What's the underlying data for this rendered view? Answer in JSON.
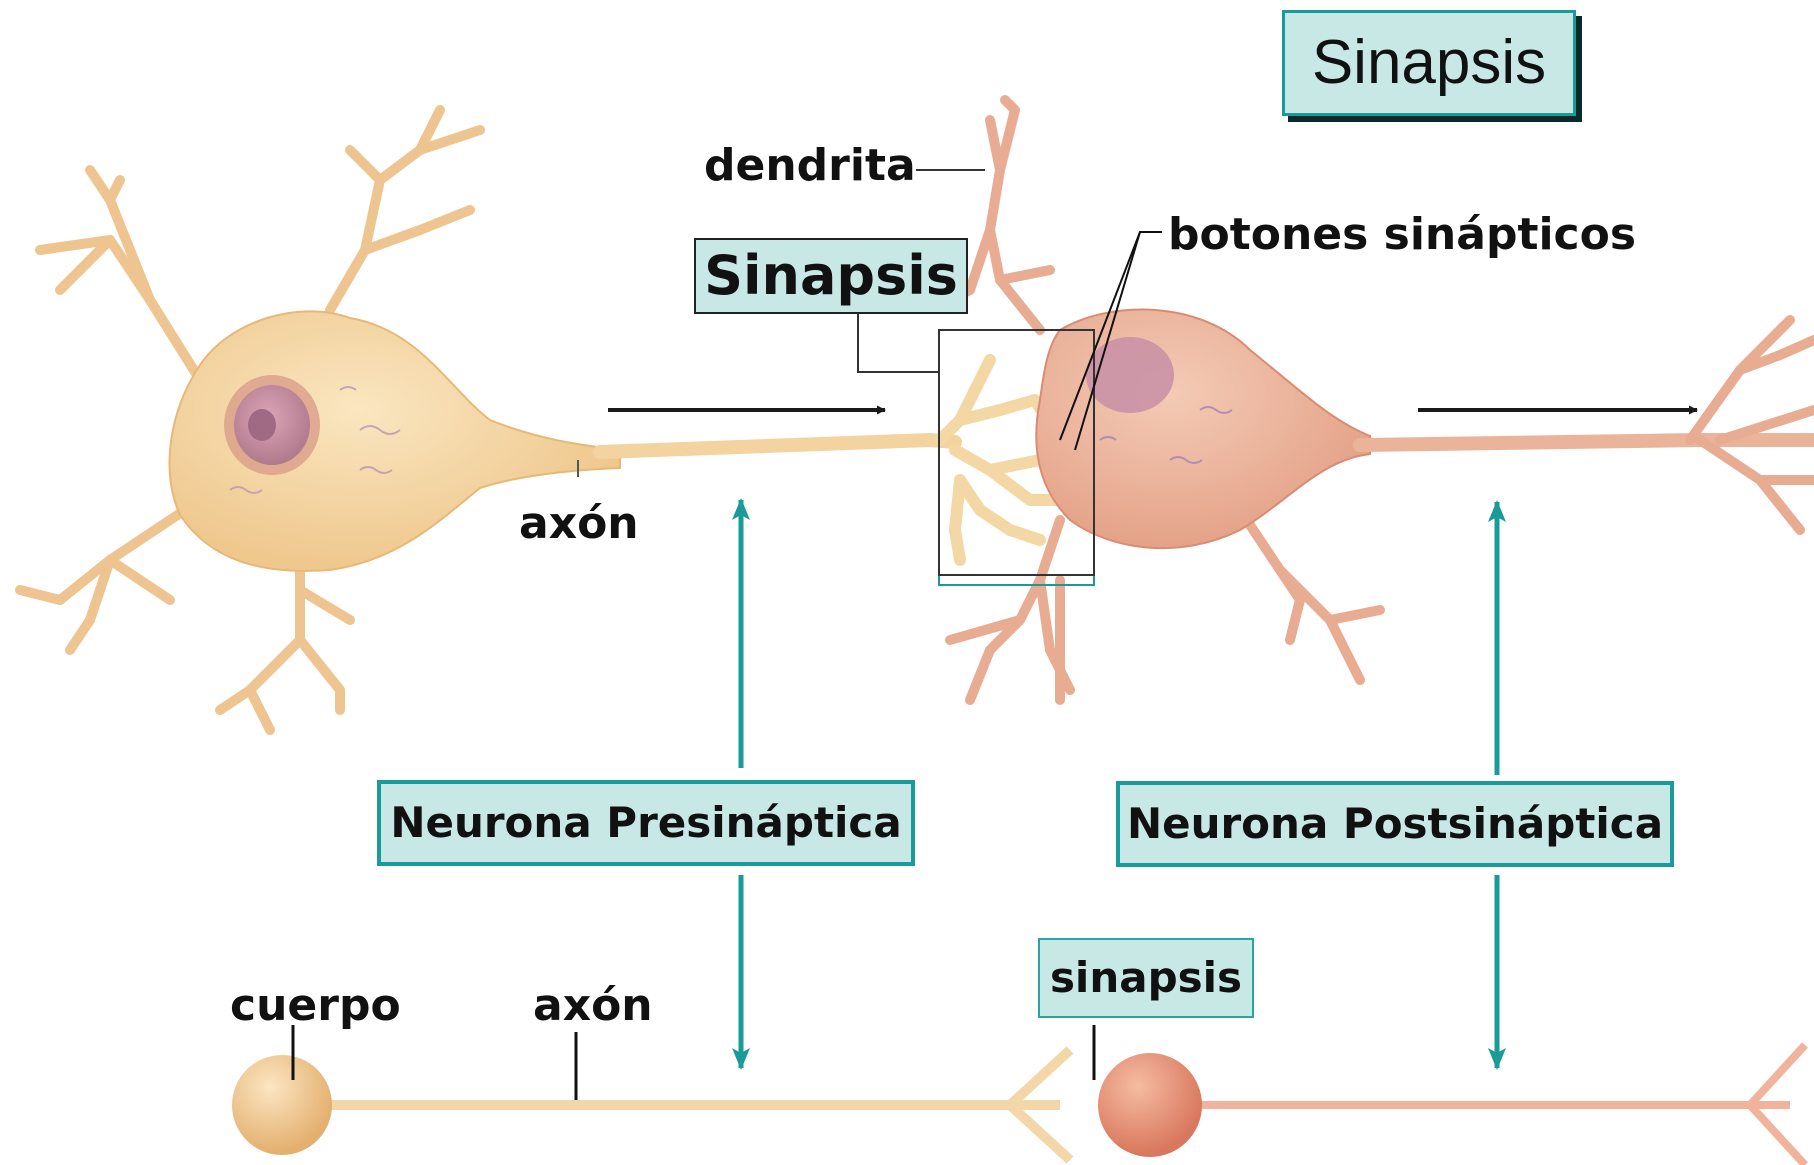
{
  "title": "Sinapsis",
  "labels": {
    "dendrita": "dendrita",
    "botones": "botones sinápticos",
    "sinapsis_center": "Sinapsis",
    "axon_top": "axón",
    "presinaptica": "Neurona Presináptica",
    "postsinaptica": "Neurona Postsináptica",
    "cuerpo": "cuerpo",
    "axon_bottom": "axón",
    "sinapsis_bottom": "sinapsis"
  },
  "colors": {
    "presynaptic_fill": "#f6d8a4",
    "presynaptic_stroke": "#e7b877",
    "postsynaptic_fill": "#eeb59c",
    "postsynaptic_stroke": "#d98c72",
    "nucleus": "#c98aa0",
    "label_box_fill": "#c8e8e6",
    "teal": "#1a9a98",
    "arrow": "#1a1a1a"
  }
}
